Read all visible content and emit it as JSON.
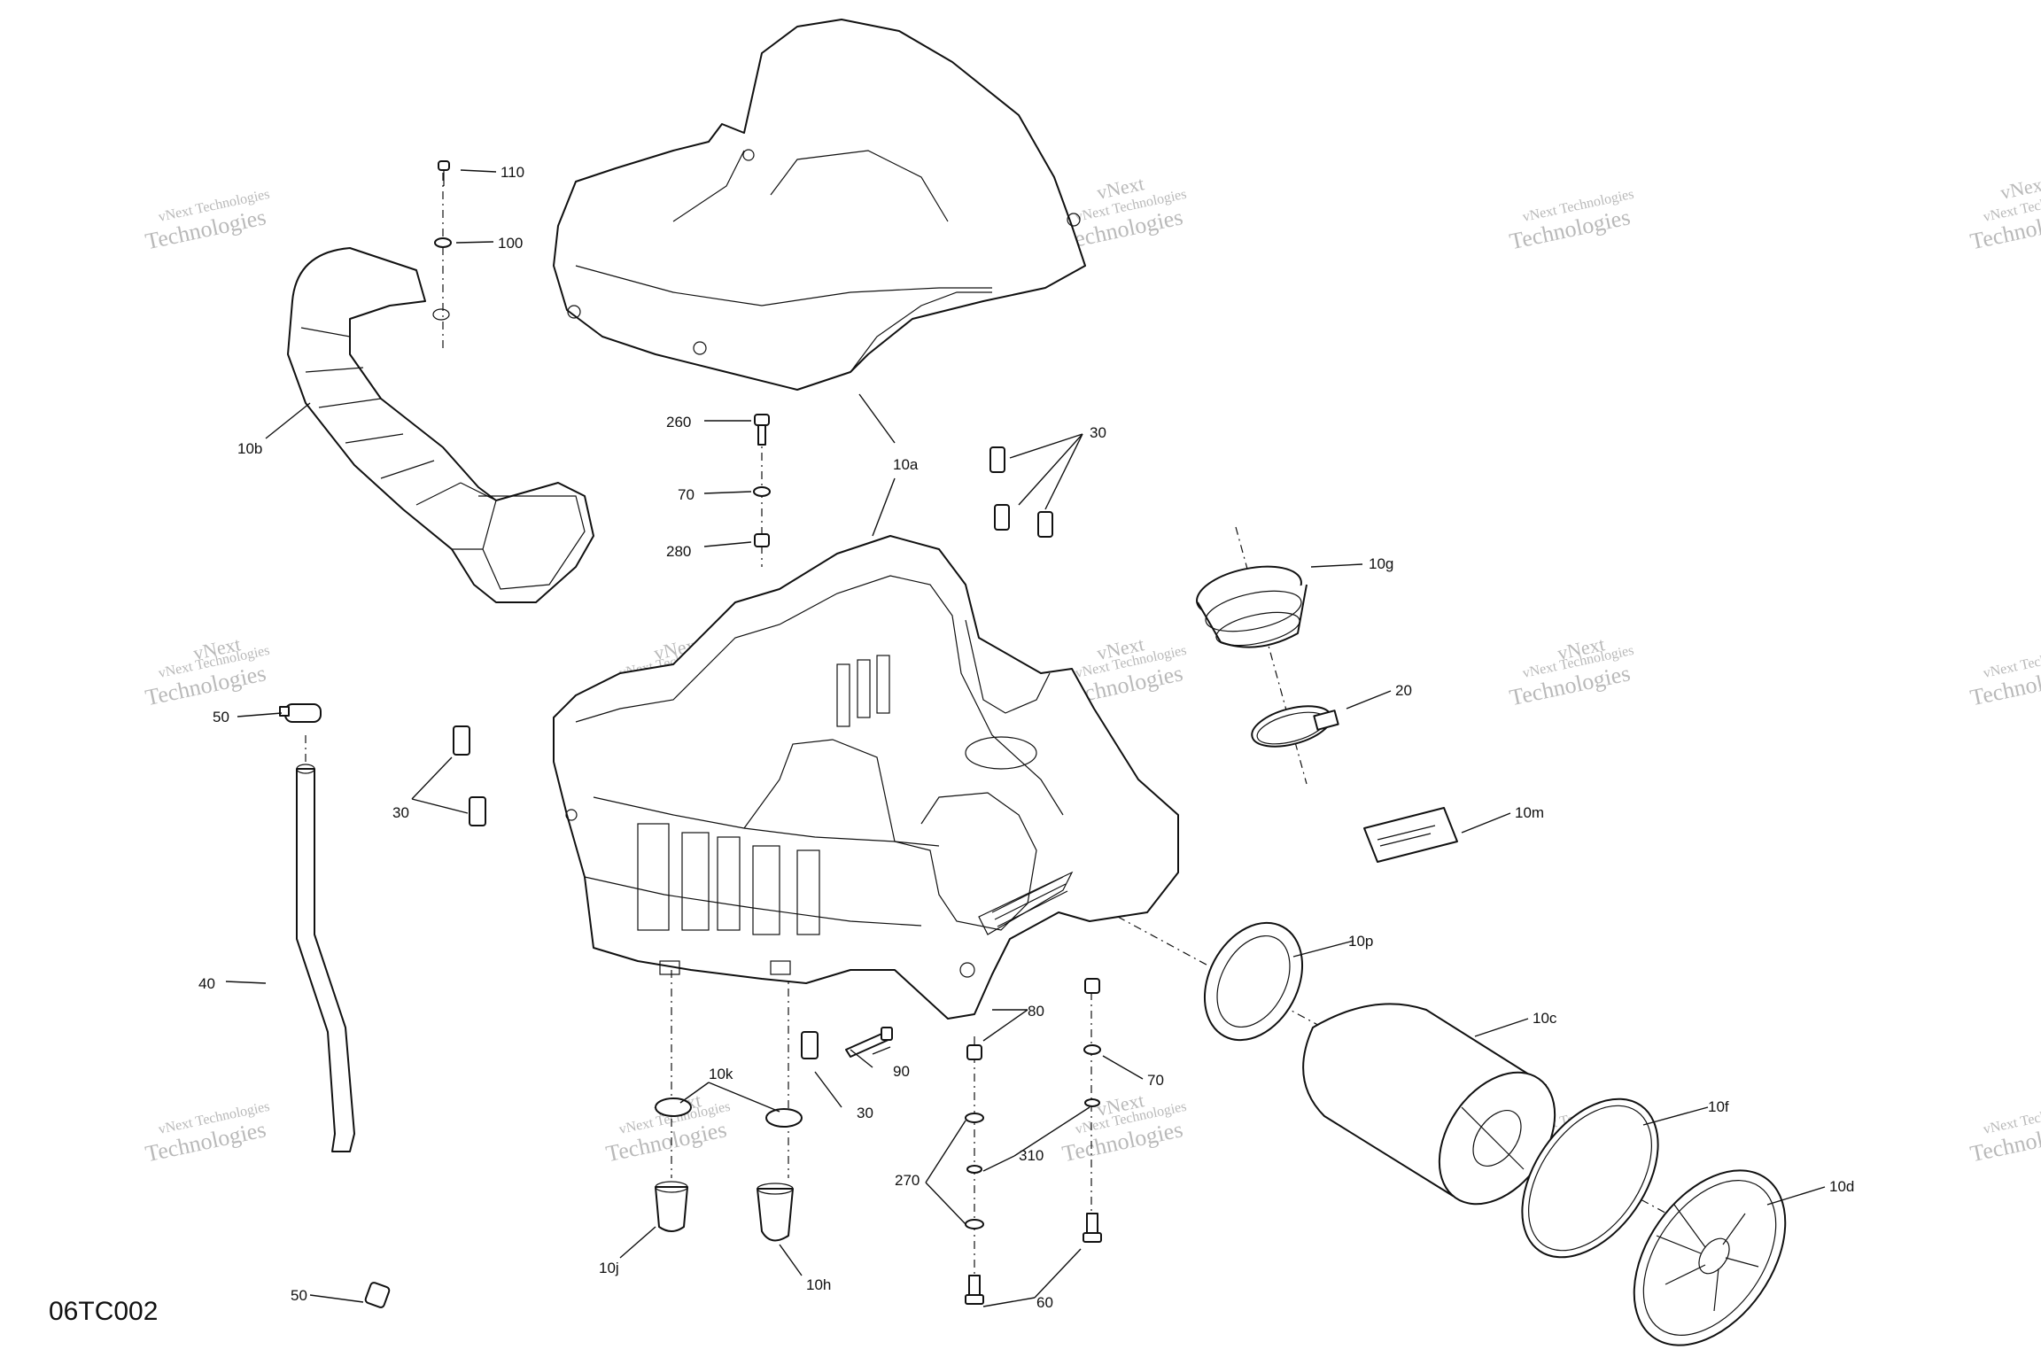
{
  "diagram_code": "06TC002",
  "watermark": {
    "line1": "vNext Technologies",
    "line2": "Technologies",
    "overlay": "vNext"
  },
  "callouts": {
    "c110": "110",
    "c100": "100",
    "c10b": "10b",
    "c260": "260",
    "c70a": "70",
    "c280": "280",
    "c10a": "10a",
    "c30a": "30",
    "c10g": "10g",
    "c20": "20",
    "c10m": "10m",
    "c50a": "50",
    "c30b": "30",
    "c40": "40",
    "c10p": "10p",
    "c10c": "10c",
    "c80": "80",
    "c90": "90",
    "c70b": "70",
    "c10k": "10k",
    "c30c": "30",
    "c310": "310",
    "c270": "270",
    "c10f": "10f",
    "c10d": "10d",
    "c10j": "10j",
    "c10h": "10h",
    "c60": "60",
    "c50b": "50"
  }
}
